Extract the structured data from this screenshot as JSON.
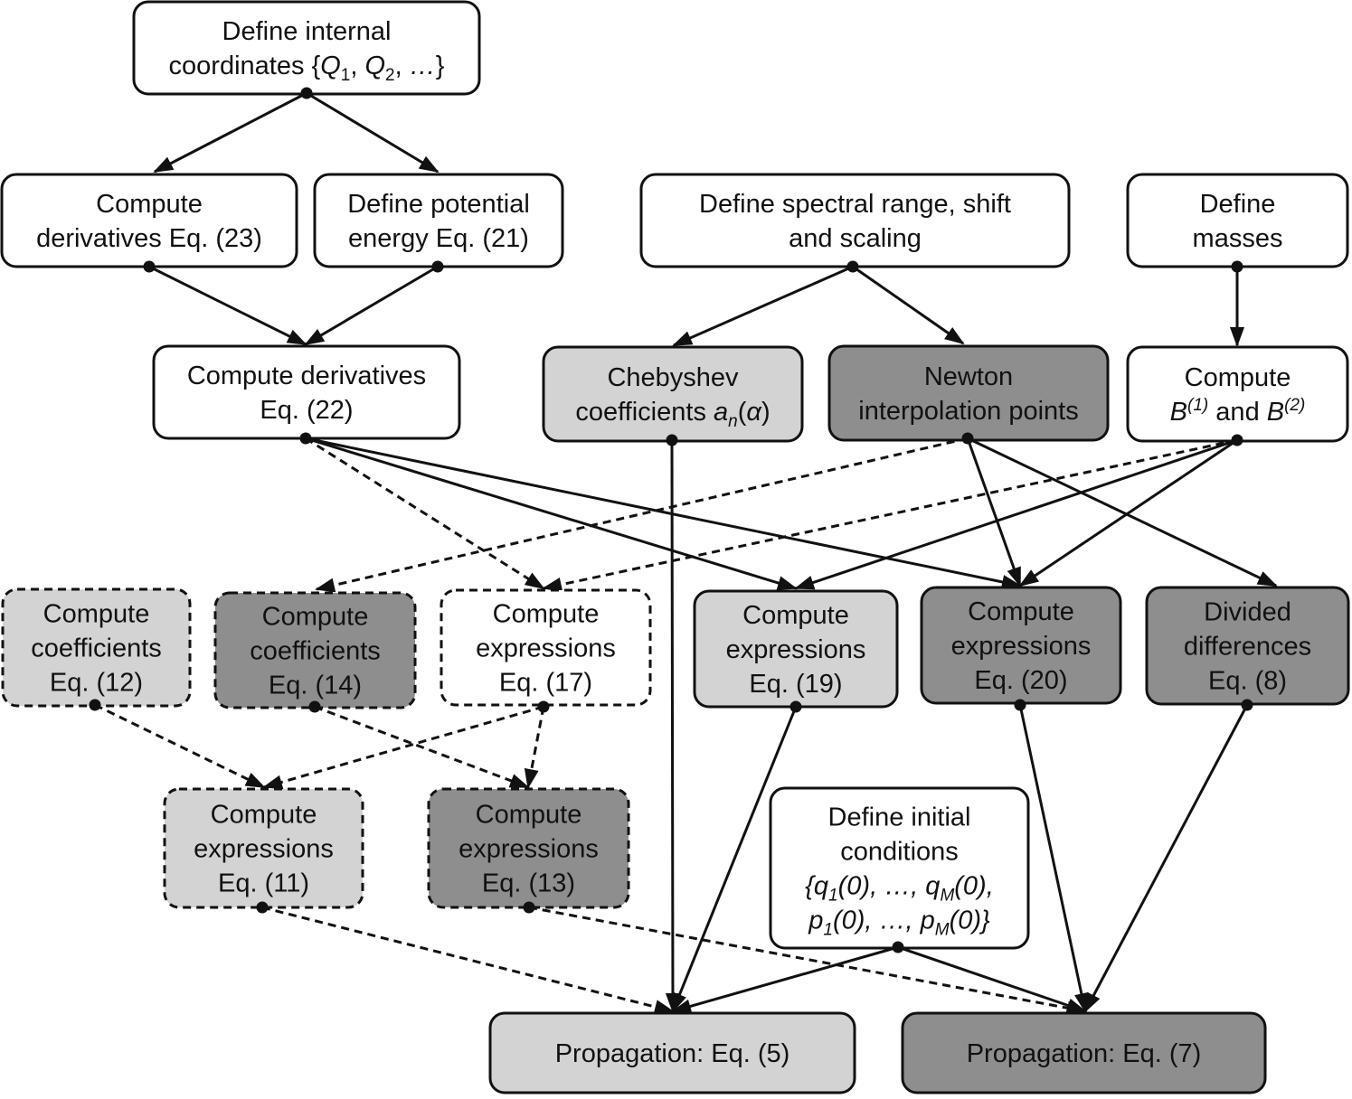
{
  "colors": {
    "white": "#ffffff",
    "light": "#d3d3d3",
    "dark": "#8e8e8e",
    "stroke": "#111111"
  },
  "nodes": [
    {
      "id": "internal-coords",
      "fill": "white",
      "dashed": false,
      "lines": [
        [
          "Define internal"
        ],
        [
          "coordinates {",
          [
            "Q",
            "i"
          ],
          [
            "1",
            "sub"
          ],
          ", ",
          [
            "Q",
            "i"
          ],
          [
            "2",
            "sub"
          ],
          ", ",
          [
            "…",
            "i"
          ],
          "}"
        ]
      ]
    },
    {
      "id": "compute-deriv-23",
      "fill": "white",
      "dashed": false,
      "lines": [
        [
          "Compute"
        ],
        [
          "derivatives Eq. (23)"
        ]
      ]
    },
    {
      "id": "define-pot-21",
      "fill": "white",
      "dashed": false,
      "lines": [
        [
          "Define potential"
        ],
        [
          "energy Eq. (21)"
        ]
      ]
    },
    {
      "id": "spectral-range",
      "fill": "white",
      "dashed": false,
      "lines": [
        [
          "Define spectral range, shift"
        ],
        [
          "and scaling"
        ]
      ]
    },
    {
      "id": "define-masses",
      "fill": "white",
      "dashed": false,
      "lines": [
        [
          "Define"
        ],
        [
          "masses"
        ]
      ]
    },
    {
      "id": "compute-deriv-22",
      "fill": "white",
      "dashed": false,
      "lines": [
        [
          "Compute derivatives"
        ],
        [
          "Eq. (22)"
        ]
      ]
    },
    {
      "id": "chebyshev-coeff",
      "fill": "light",
      "dashed": false,
      "lines": [
        [
          "Chebyshev"
        ],
        [
          "coefficients ",
          [
            "a",
            "i"
          ],
          [
            "n",
            "sub-i"
          ],
          "(",
          [
            "α",
            "i"
          ],
          ")"
        ]
      ]
    },
    {
      "id": "newton-points",
      "fill": "dark",
      "dashed": false,
      "lines": [
        [
          "Newton"
        ],
        [
          "interpolation points"
        ]
      ]
    },
    {
      "id": "compute-b",
      "fill": "white",
      "dashed": false,
      "lines": [
        [
          "Compute"
        ],
        [
          [
            "B",
            "i"
          ],
          [
            "(1)",
            "sup-i"
          ],
          " and ",
          [
            "B",
            "i"
          ],
          [
            "(2)",
            "sup-i"
          ]
        ]
      ]
    },
    {
      "id": "coeff-12",
      "fill": "light",
      "dashed": true,
      "lines": [
        [
          "Compute"
        ],
        [
          "coefficients"
        ],
        [
          "Eq. (12)"
        ]
      ]
    },
    {
      "id": "coeff-14",
      "fill": "dark",
      "dashed": true,
      "lines": [
        [
          "Compute"
        ],
        [
          "coefficients"
        ],
        [
          "Eq. (14)"
        ]
      ]
    },
    {
      "id": "expr-17",
      "fill": "white",
      "dashed": true,
      "lines": [
        [
          "Compute"
        ],
        [
          "expressions"
        ],
        [
          "Eq. (17)"
        ]
      ]
    },
    {
      "id": "expr-19",
      "fill": "light",
      "dashed": false,
      "lines": [
        [
          "Compute"
        ],
        [
          "expressions"
        ],
        [
          "Eq. (19)"
        ]
      ]
    },
    {
      "id": "expr-20",
      "fill": "dark",
      "dashed": false,
      "lines": [
        [
          "Compute"
        ],
        [
          "expressions"
        ],
        [
          "Eq. (20)"
        ]
      ]
    },
    {
      "id": "divided-diff-8",
      "fill": "dark",
      "dashed": false,
      "lines": [
        [
          "Divided"
        ],
        [
          "differences"
        ],
        [
          "Eq. (8)"
        ]
      ]
    },
    {
      "id": "expr-11",
      "fill": "light",
      "dashed": true,
      "lines": [
        [
          "Compute"
        ],
        [
          "expressions"
        ],
        [
          "Eq. (11)"
        ]
      ]
    },
    {
      "id": "expr-13",
      "fill": "dark",
      "dashed": true,
      "lines": [
        [
          "Compute"
        ],
        [
          "expressions"
        ],
        [
          "Eq. (13)"
        ]
      ]
    },
    {
      "id": "initial-conditions",
      "fill": "white",
      "dashed": false,
      "lines": [
        [
          "Define initial"
        ],
        [
          "conditions"
        ],
        [
          [
            "{",
            "i"
          ],
          [
            "q",
            "i"
          ],
          [
            "1",
            "sub-i"
          ],
          [
            "(0), …, ",
            "i"
          ],
          [
            "q",
            "i"
          ],
          [
            "M",
            "sub-i"
          ],
          [
            "(0),",
            "i"
          ]
        ],
        [
          [
            "p",
            "i"
          ],
          [
            "1",
            "sub-i"
          ],
          [
            "(0), …, ",
            "i"
          ],
          [
            "p",
            "i"
          ],
          [
            "M",
            "sub-i"
          ],
          [
            "(0)}",
            "i"
          ]
        ]
      ]
    },
    {
      "id": "propagation-5",
      "fill": "light",
      "dashed": false,
      "lines": [
        [
          "Propagation: Eq. (5)"
        ]
      ]
    },
    {
      "id": "propagation-7",
      "fill": "dark",
      "dashed": false,
      "lines": [
        [
          "Propagation: Eq. (7)"
        ]
      ]
    }
  ],
  "edges": [
    {
      "from": "internal-coords",
      "to": "compute-deriv-23",
      "dashed": false
    },
    {
      "from": "internal-coords",
      "to": "define-pot-21",
      "dashed": false
    },
    {
      "from": "compute-deriv-23",
      "to": "compute-deriv-22",
      "dashed": false
    },
    {
      "from": "define-pot-21",
      "to": "compute-deriv-22",
      "dashed": false
    },
    {
      "from": "spectral-range",
      "to": "chebyshev-coeff",
      "dashed": false
    },
    {
      "from": "spectral-range",
      "to": "newton-points",
      "dashed": false
    },
    {
      "from": "define-masses",
      "to": "compute-b",
      "dashed": false
    },
    {
      "from": "compute-deriv-22",
      "to": "expr-17",
      "dashed": true
    },
    {
      "from": "compute-deriv-22",
      "to": "expr-19",
      "dashed": false
    },
    {
      "from": "compute-deriv-22",
      "to": "expr-20",
      "dashed": false
    },
    {
      "from": "newton-points",
      "to": "coeff-14",
      "dashed": true
    },
    {
      "from": "newton-points",
      "to": "expr-20",
      "dashed": false
    },
    {
      "from": "newton-points",
      "to": "divided-diff-8",
      "dashed": false
    },
    {
      "from": "compute-b",
      "to": "expr-17",
      "dashed": true
    },
    {
      "from": "compute-b",
      "to": "expr-19",
      "dashed": false
    },
    {
      "from": "compute-b",
      "to": "expr-20",
      "dashed": false
    },
    {
      "from": "coeff-12",
      "to": "expr-11",
      "dashed": true
    },
    {
      "from": "coeff-14",
      "to": "expr-13",
      "dashed": true
    },
    {
      "from": "expr-17",
      "to": "expr-11",
      "dashed": true
    },
    {
      "from": "expr-17",
      "to": "expr-13",
      "dashed": true
    },
    {
      "from": "chebyshev-coeff",
      "to": "propagation-5",
      "dashed": false
    },
    {
      "from": "expr-19",
      "to": "propagation-5",
      "dashed": false
    },
    {
      "from": "expr-11",
      "to": "propagation-5",
      "dashed": true
    },
    {
      "from": "initial-conditions",
      "to": "propagation-5",
      "dashed": false
    },
    {
      "from": "expr-20",
      "to": "propagation-7",
      "dashed": false
    },
    {
      "from": "divided-diff-8",
      "to": "propagation-7",
      "dashed": false
    },
    {
      "from": "expr-13",
      "to": "propagation-7",
      "dashed": true
    },
    {
      "from": "initial-conditions",
      "to": "propagation-7",
      "dashed": false
    }
  ]
}
